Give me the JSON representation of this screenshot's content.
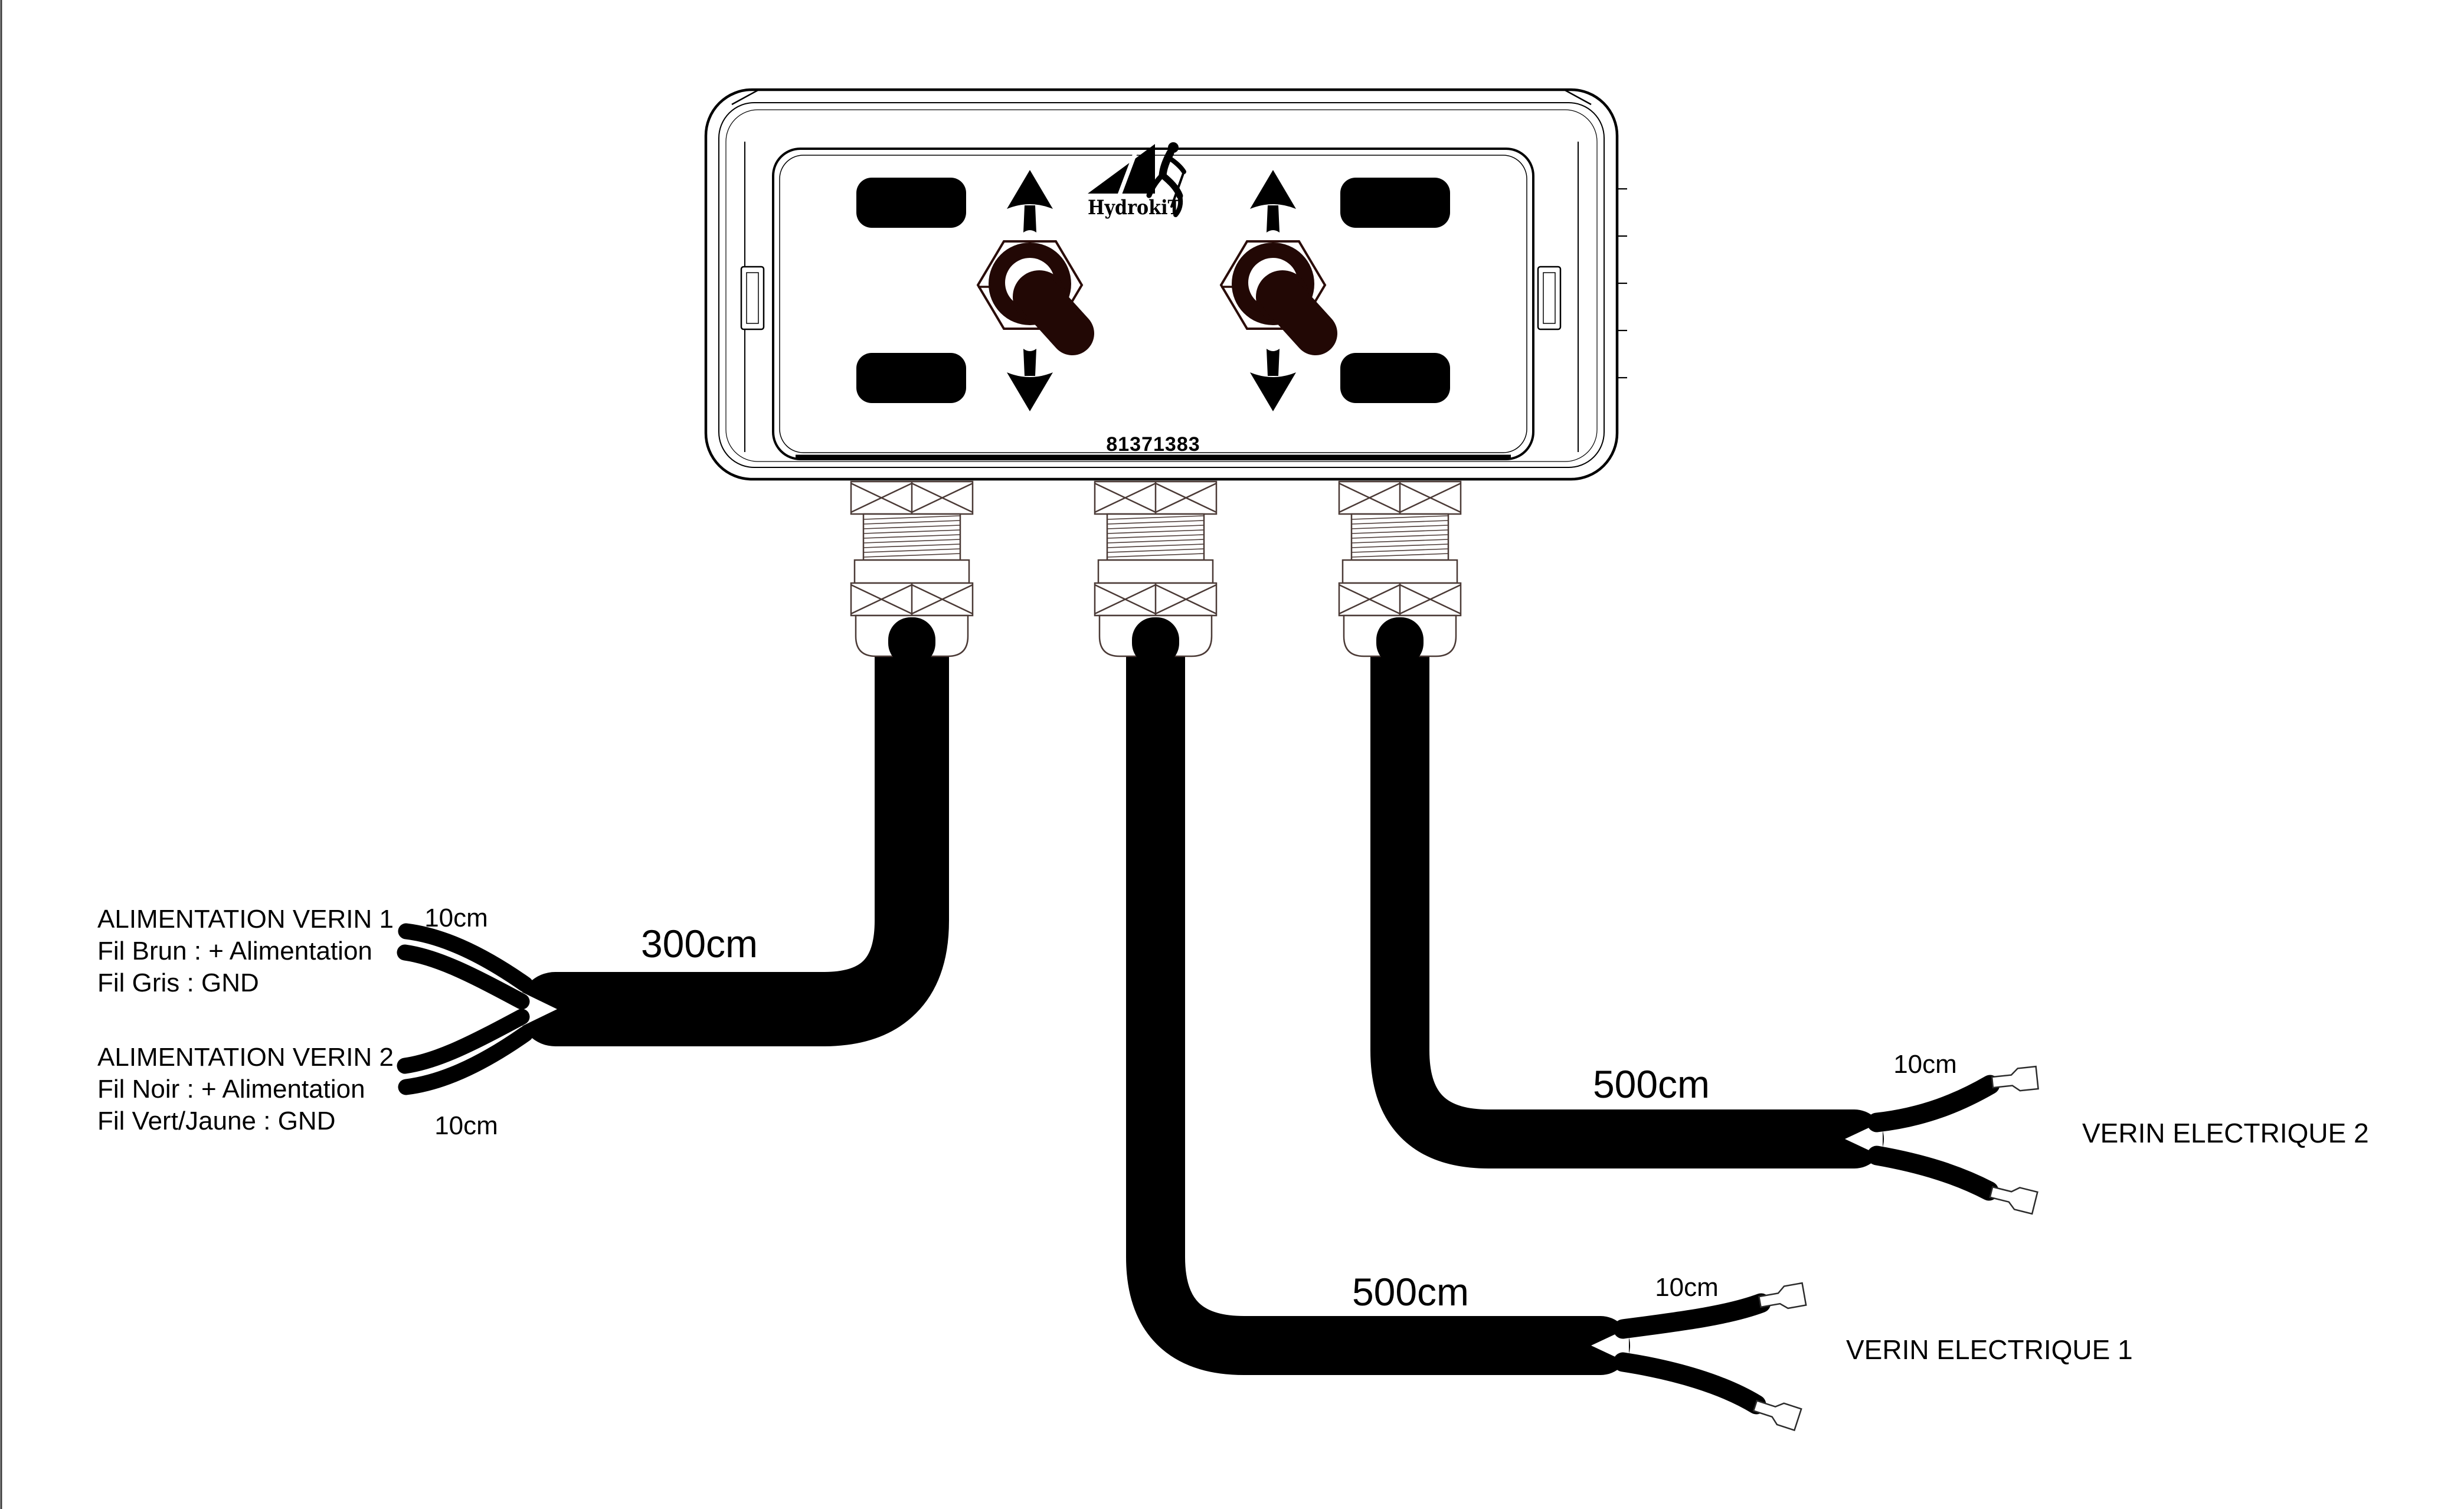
{
  "device": {
    "brand": "HydrokiT",
    "part_number": "81371383"
  },
  "supply_cable": {
    "length_label": "300cm",
    "branch_verin1": {
      "pigtail_label": "10cm",
      "title": "ALIMENTATION VERIN 1",
      "wire_line1": "Fil Brun : + Alimentation",
      "wire_line2": "Fil Gris : GND"
    },
    "branch_verin2": {
      "pigtail_label": "10cm",
      "title": "ALIMENTATION VERIN 2",
      "wire_line1": "Fil Noir : + Alimentation",
      "wire_line2": "Fil Vert/Jaune : GND"
    }
  },
  "actuator_cable_1": {
    "length_label": "500cm",
    "pigtail_label": "10cm",
    "label": "VERIN ELECTRIQUE 1"
  },
  "actuator_cable_2": {
    "length_label": "500cm",
    "pigtail_label": "10cm",
    "label": "VERIN ELECTRIQUE 2"
  }
}
